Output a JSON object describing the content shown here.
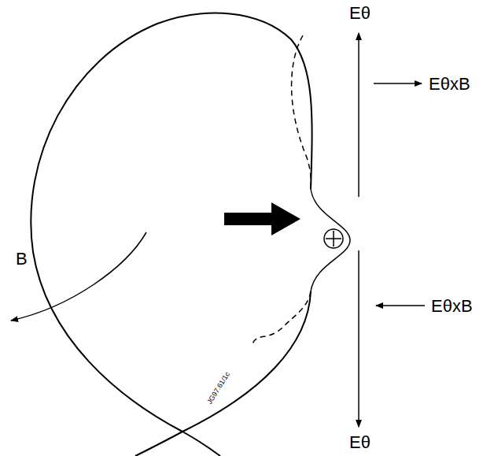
{
  "diagram": {
    "labels": [
      "Eθ",
      "EθxB",
      "EθxB",
      "Eθ",
      "B",
      "JG97.61/1c"
    ]
  }
}
